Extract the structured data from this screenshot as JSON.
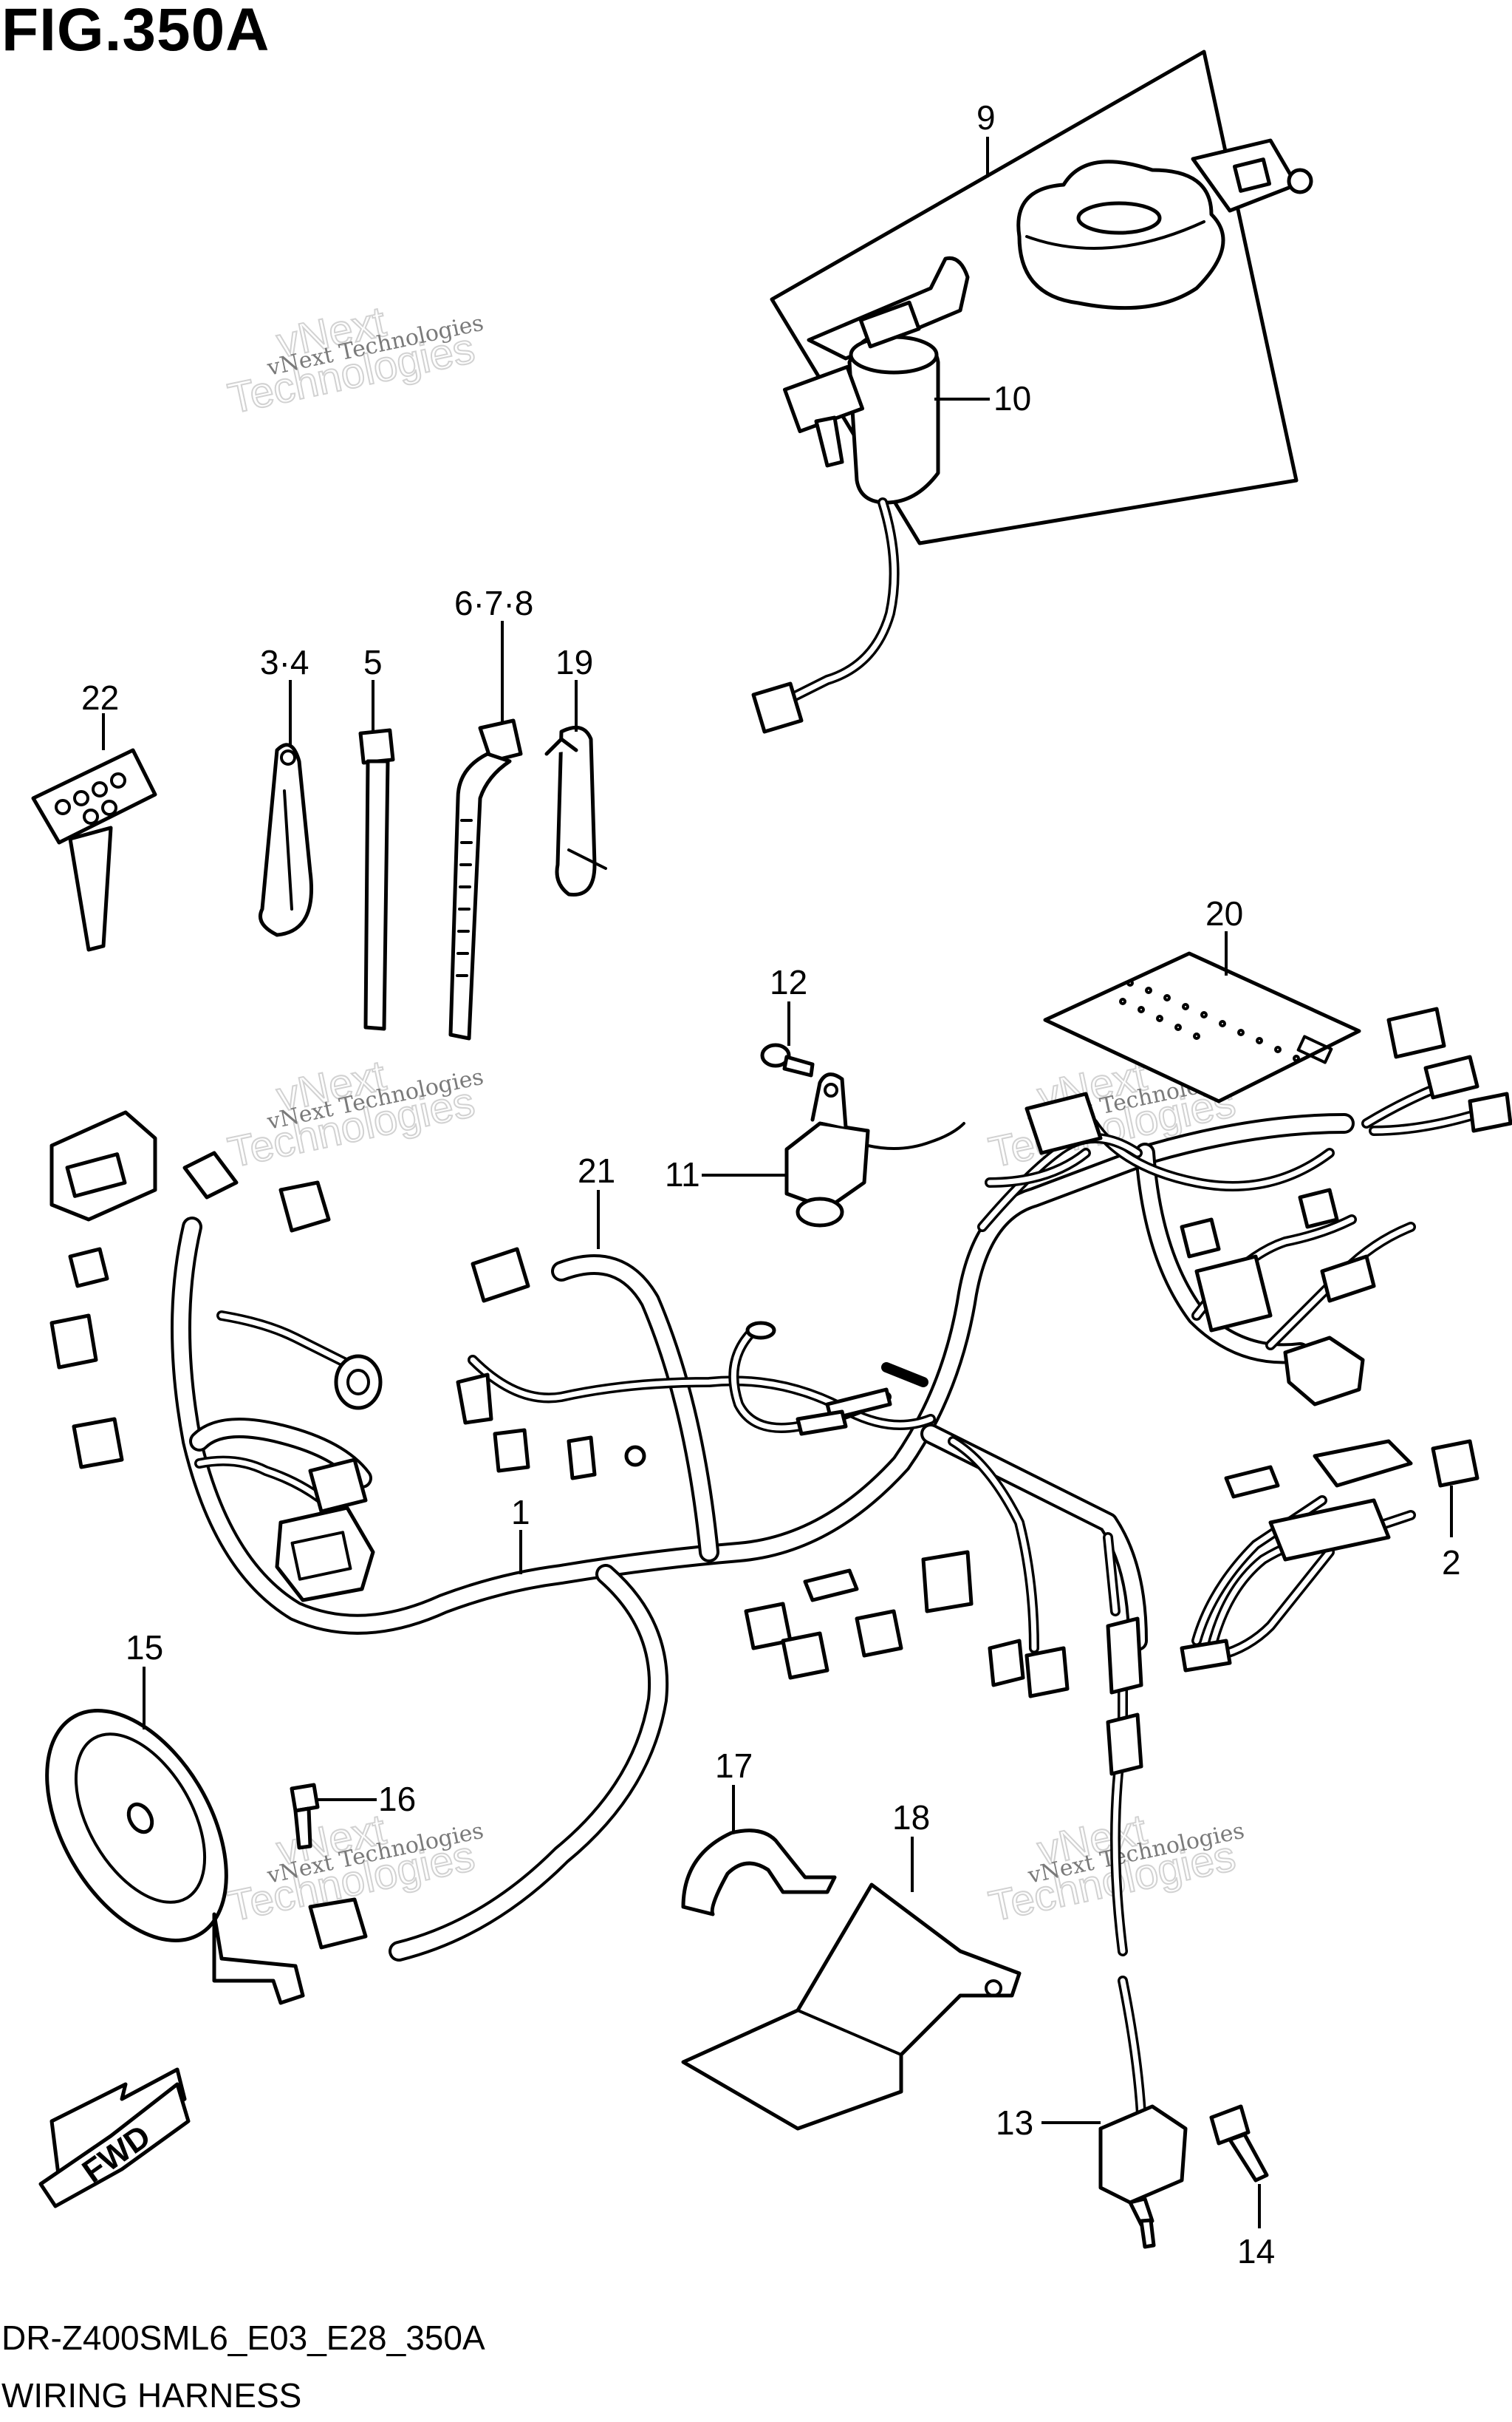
{
  "figure": {
    "title": "FIG.350A",
    "code": "DR-Z400SML6_E03_E28_350A",
    "name": "WIRING HARNESS"
  },
  "watermark": {
    "line1": "vNext Technologies",
    "line2": "vNext",
    "line3": "Technologies"
  },
  "direction_badge": "FWD",
  "callouts": {
    "p1": "1",
    "p2": "2",
    "p3_4": "3·4",
    "p5": "5",
    "p6_7_8": "6·7·8",
    "p9": "9",
    "p10": "10",
    "p11": "11",
    "p12": "12",
    "p13": "13",
    "p14": "14",
    "p15": "15",
    "p16": "16",
    "p17": "17",
    "p18": "18",
    "p19": "19",
    "p20": "20",
    "p21": "21",
    "p22": "22"
  }
}
